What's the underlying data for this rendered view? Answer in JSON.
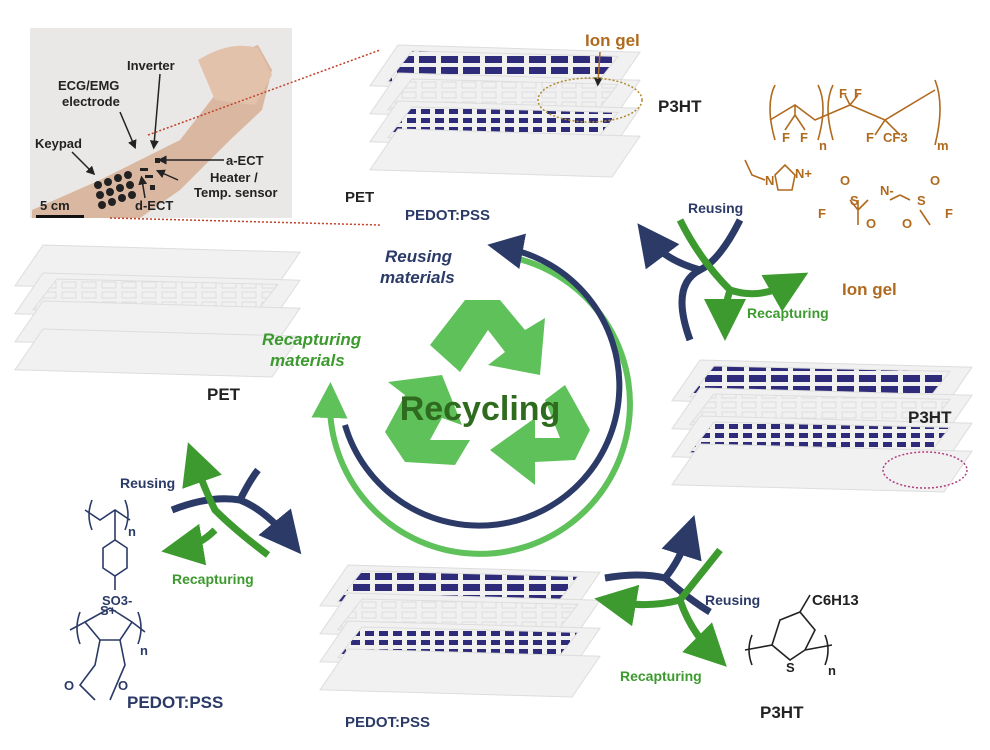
{
  "inset": {
    "labels": {
      "inverter": "Inverter",
      "ecg_line1": "ECG/EMG",
      "ecg_line2": "electrode",
      "keypad": "Keypad",
      "a_ect": "a-ECT",
      "heater_line1": "Heater /",
      "heater_line2": "Temp. sensor",
      "d_ect": "d-ECT",
      "scale": "5 cm"
    }
  },
  "top_stack": {
    "ion_gel": "Ion gel",
    "p3ht": "P3HT",
    "pet": "PET",
    "pedot": "PEDOT:PSS"
  },
  "left_stack": {
    "pet": "PET"
  },
  "right_stack": {
    "p3ht": "P3HT"
  },
  "bottom_stack": {
    "pedot": "PEDOT:PSS"
  },
  "center": {
    "title": "Recycling",
    "reusing_line1": "Reusing",
    "reusing_line2": "materials",
    "recapturing_line1": "Recapturing",
    "recapturing_line2": "materials"
  },
  "branches": {
    "ion_gel": {
      "reusing": "Reusing",
      "recapturing": "Recapturing",
      "material": "Ion gel"
    },
    "pedot": {
      "reusing": "Reusing",
      "recapturing": "Recapturing",
      "material": "PEDOT:PSS"
    },
    "p3ht": {
      "reusing": "Reusing",
      "recapturing": "Recapturing",
      "material": "P3HT"
    }
  },
  "chemistry": {
    "ion_gel_atoms": {
      "f": "F",
      "n_sub": "n",
      "m_sub": "m",
      "cf3": "CF3",
      "n_plus": "N+",
      "n_atom": "N",
      "n_minus": "N-",
      "s": "S",
      "o": "O"
    },
    "pedot_atoms": {
      "n_sub": "n",
      "so3": "SO3-",
      "s_plus": "S+",
      "o": "O"
    },
    "p3ht_atoms": {
      "c6h13": "C6H13",
      "s": "S",
      "n_sub": "n"
    }
  },
  "colors": {
    "navy": "#2b3a67",
    "green": "#3c9a2e",
    "light_green": "#5fc15a",
    "brown": "#b06a1e",
    "electrode": "#2e2b7a"
  }
}
